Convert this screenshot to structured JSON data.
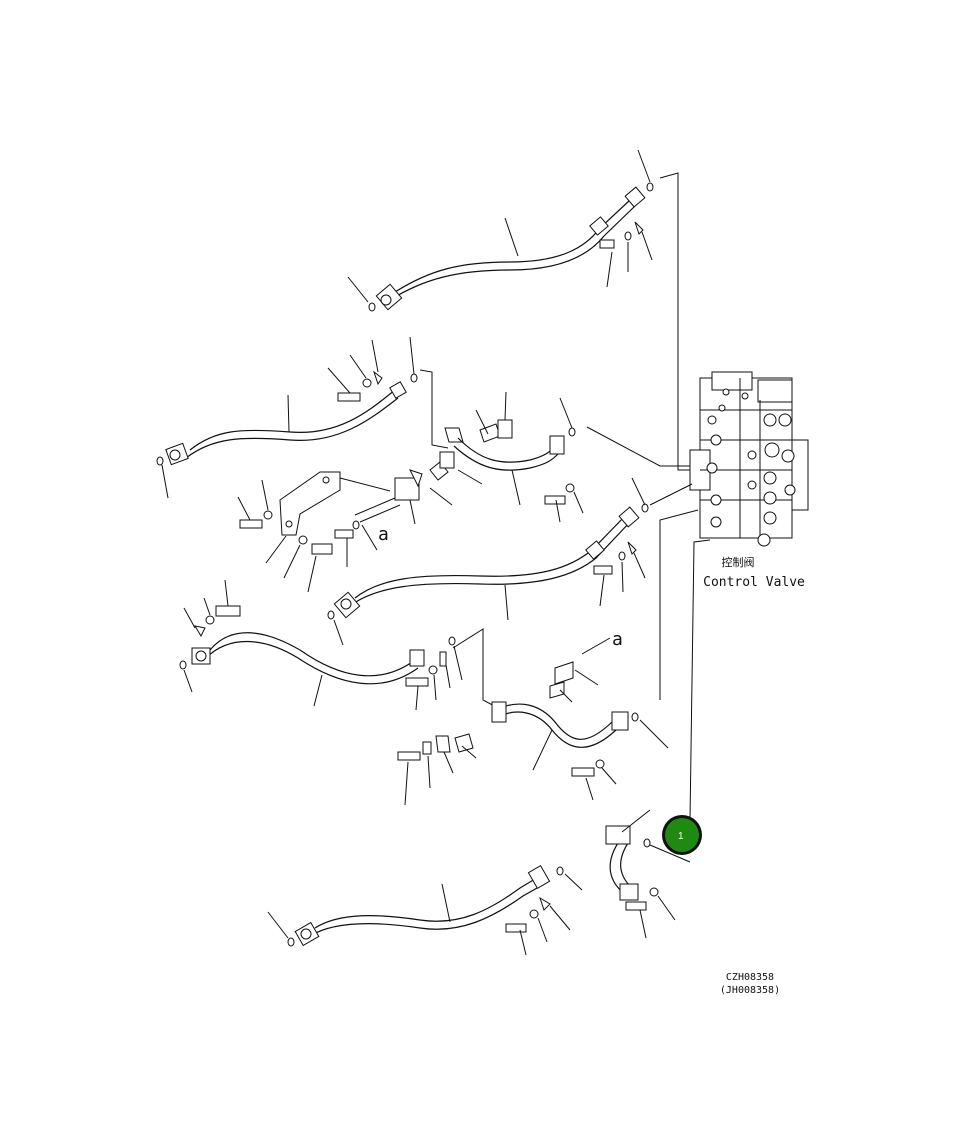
{
  "diagram": {
    "valve_label_cn": "控制阀",
    "valve_label_en": "Control Valve",
    "marker_a_top": "a",
    "marker_a_mid": "a",
    "callout_number": "1",
    "callout_color": "#1f8a12",
    "drawing_code": "CZH08358",
    "drawing_code_alt": "(JH008358)"
  }
}
